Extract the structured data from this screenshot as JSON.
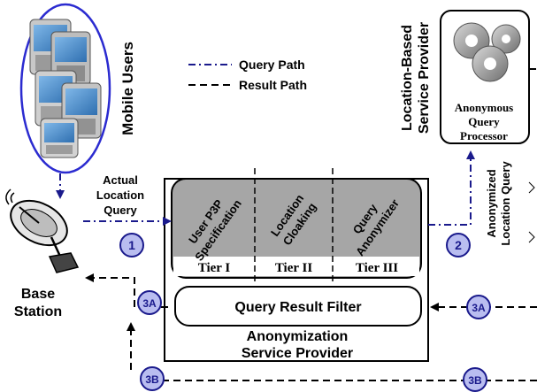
{
  "labels": {
    "mobile_users": "Mobile Users",
    "base_station_line1": "Base",
    "base_station_line2": "Station",
    "lbs_line1": "Location-Based",
    "lbs_line2": "Service Provider",
    "aqp_line1": "Anonymous",
    "aqp_line2": "Query",
    "aqp_line3": "Processor",
    "actual_line1": "Actual",
    "actual_line2": "Location",
    "actual_line3": "Query",
    "anonymized_line1": "Anonymized",
    "anonymized_line2": "Location Query",
    "asp_line1": "Anonymization",
    "asp_line2": "Service Provider",
    "p3p_line1": "User P3P",
    "p3p_line2": "Specification",
    "cloak_line1": "Location",
    "cloak_line2": "Cloaking",
    "anon_line1": "Query",
    "anon_line2": "Anonymizer",
    "tier1": "Tier I",
    "tier2": "Tier II",
    "tier3": "Tier III",
    "filter": "Query Result Filter"
  },
  "legend": {
    "query_path": "Query Path",
    "result_path": "Result Path"
  },
  "badges": {
    "b1": "1",
    "b2": "2",
    "b3a_left": "3A",
    "b3a_right": "3A",
    "b3b_left": "3B",
    "b3b_right": "3B"
  },
  "colors": {
    "query_path": "#1a1a8c",
    "result_path": "#000000",
    "badge_fill": "#b9bdf0",
    "ellipse_stroke": "#2b2bd0",
    "tiers_fill": "#a6a6a6"
  }
}
